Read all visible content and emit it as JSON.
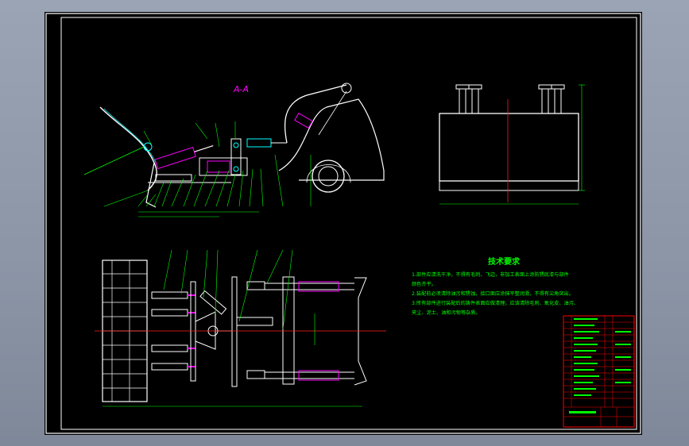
{
  "section_title": "A-A",
  "tech_requirements": {
    "title": "技术要求",
    "items": [
      "1.部件应清洗干净，不得有毛刺、飞边，非加工表面上涂防锈底漆与部件",
      "颜色齐平。",
      "2.装配前必须清除油污和锈蚀，接口面应涂抹平整润滑，不得有尖角突出。",
      "3.所有部件进行装配后的铸件表面应做清理，应该清除毛刺、氧化皮、油污、",
      "夹尘、泥土、油和污物等杂质。"
    ]
  },
  "colors": {
    "sheet": "#000000",
    "frame": "#ffffff",
    "outline": "#ffffff",
    "dimension": "#00ff00",
    "hatch": "#00ffff",
    "centerline": "#ff2020",
    "part": "#ff00ff",
    "title_text": "#00ff00",
    "table": "#ff0000"
  }
}
